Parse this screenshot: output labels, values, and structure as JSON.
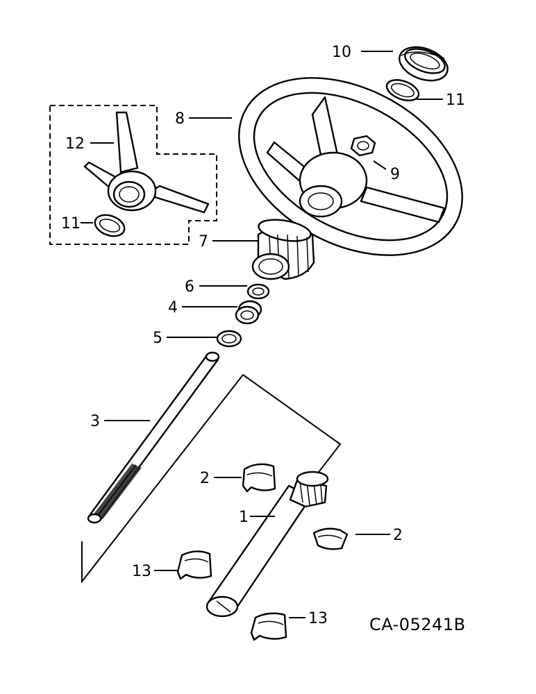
{
  "diagram": {
    "drawing_code": "CA-05241B",
    "callouts": {
      "c1": "1",
      "c2a": "2",
      "c2b": "2",
      "c3": "3",
      "c4": "4",
      "c5": "5",
      "c6": "6",
      "c7": "7",
      "c8": "8",
      "c9": "9",
      "c10": "10",
      "c11a": "11",
      "c11b": "11",
      "c12": "12",
      "c13a": "13",
      "c13b": "13"
    }
  }
}
